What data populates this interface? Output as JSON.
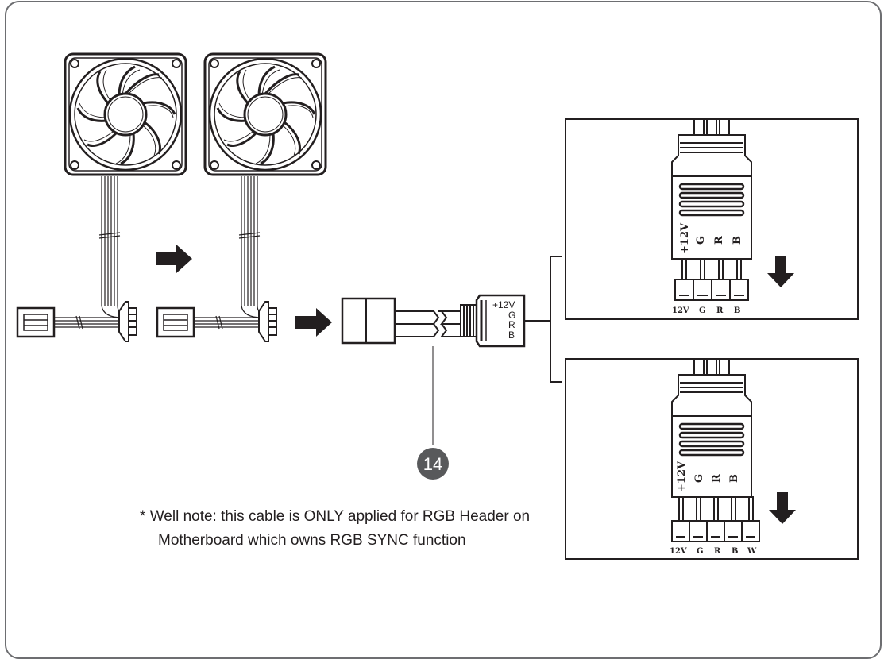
{
  "cable_labels": [
    "+12V",
    "G",
    "R",
    "B"
  ],
  "callout_number": "14",
  "note": {
    "asterisk": "*",
    "line1": "Well note: this cable is ONLY applied for RGB Header on",
    "line2": "Motherboard which owns RGB SYNC function"
  },
  "connector_4pin": {
    "housing_labels": [
      "+12V",
      "G",
      "R",
      "B"
    ],
    "pin_labels": [
      "12V",
      "G",
      "R",
      "B"
    ]
  },
  "connector_5pin": {
    "housing_labels": [
      "+12V",
      "G",
      "R",
      "B"
    ],
    "pin_labels": [
      "12V",
      "G",
      "R",
      "B",
      "W"
    ]
  },
  "colors": {
    "line": "#231f20",
    "frame": "#6d6e71",
    "callout": "#58595b"
  }
}
